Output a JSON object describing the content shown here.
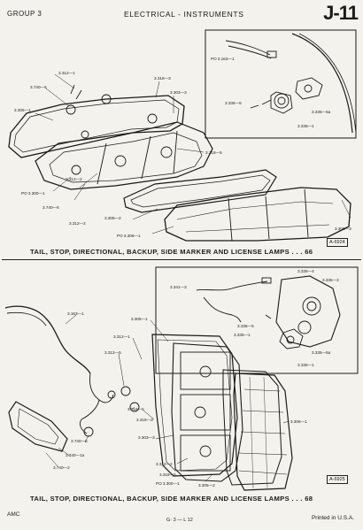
{
  "header": {
    "group": "GROUP 3",
    "section": "ELECTRICAL - INSTRUMENTS",
    "page_number": "J-11"
  },
  "figure_top": {
    "caption": "TAIL, STOP, DIRECTIONAL, BACKUP, SIDE MARKER AND LICENSE LAMPS . . . 66",
    "ref": "A-6924",
    "labels": {
      "l3312_1": "3.312—1",
      "l3740_5": "3.740—5",
      "l3305_1": "3.305—1",
      "l3318_3": "3.318—3",
      "l3303_3": "3.303—3",
      "l3318_5": "3.318—5",
      "l3312_2": "3.312—2",
      "l3740_6": "3.740—6",
      "lpo3300_1": "PO 3.300—1",
      "l3305_2": "3.305—2",
      "lpo3306_1": "PO 3.306—1",
      "l3306_3": "3.306—3",
      "lpo3163_1": "PO 3.163—1",
      "l3335_5": "3.335—5",
      "l3335_5a": "3.335—5a",
      "l3335_1": "3.335—1"
    }
  },
  "figure_bottom": {
    "caption": "TAIL, STOP, DIRECTIONAL, BACKUP, SIDE MARKER AND LICENSE LAMPS . . . 68",
    "ref": "A-6925",
    "labels": {
      "l3335_4": "3.335—4",
      "l3335_3": "3.335—3",
      "l3341_3": "3.341—3",
      "l3335_5": "3.335—5",
      "l3335_1": "3.335—1",
      "l3335_5a": "3.335—5a",
      "l3163_1": "3.163—1",
      "l3305_1": "3.305—1",
      "l3312_1": "3.312—1",
      "l3312_5": "3.312—5",
      "l3318_5": "3.318—5",
      "l3318_3": "3.318—3",
      "l3303_3": "3.303—3",
      "l3740_6": "3.740—6",
      "l3740_1a": "3.740—1a",
      "l3740_2": "3.740—2",
      "l3312_2": "3.312—2",
      "l3318_5b": "3.318—5",
      "lpo3300_1": "PO 3.300—1",
      "l3305_2": "3.305—2",
      "l3306_1": "3.306—1"
    }
  },
  "footer": {
    "left": "AMC",
    "center": "G· 3 — L 12",
    "right": "Printed  in U.S.A."
  }
}
